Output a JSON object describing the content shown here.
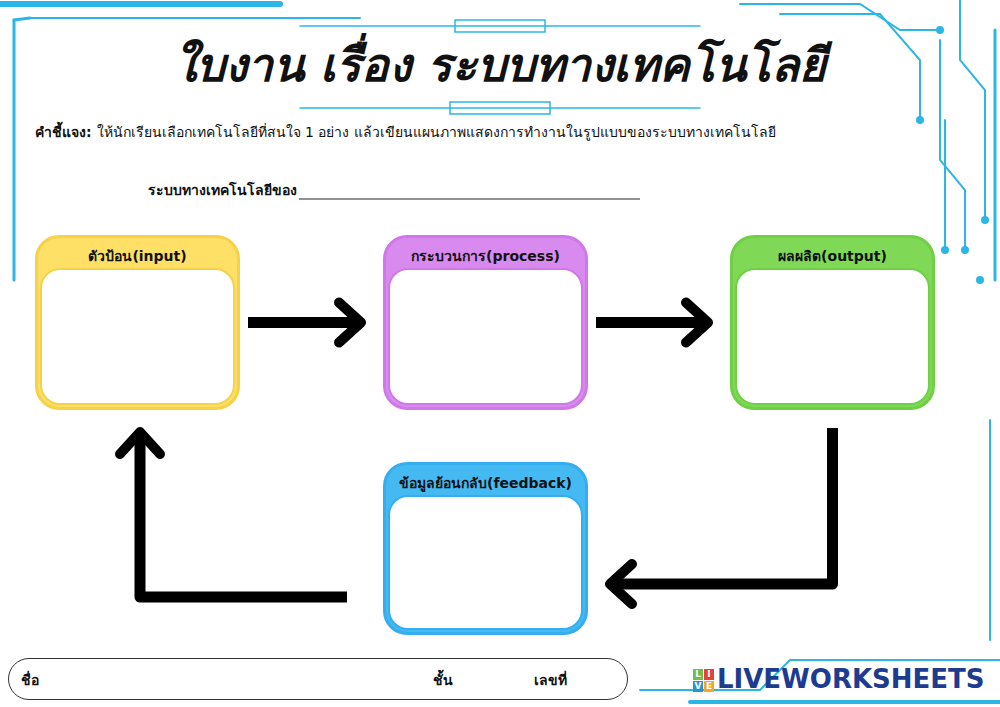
{
  "diagram": {
    "title": "ใบงาน เรื่อง ระบบทางเทคโนโลยี",
    "nodes": [
      {
        "text": [
          "ตัวป้อน(input)"
        ]
      },
      {
        "text": [
          "กระบวนการ(process)"
        ]
      },
      {
        "text": [
          "ผลผลิต(output)"
        ]
      },
      {
        "text": [
          "ข้อมูลย้อนกลับ(feedback)"
        ]
      },
      {
        "text": [
          "ชื่อ",
          "ชั้น",
          "เลขที่"
        ]
      }
    ],
    "edges": [
      {
        "from": 0,
        "to": 1,
        "arrow": "to"
      },
      {
        "from": 1,
        "to": 2,
        "arrow": "to"
      },
      {
        "from": 2,
        "to": 3,
        "arrow": "to"
      },
      {
        "from": 3,
        "to": 0,
        "arrow": "to"
      }
    ],
    "labels": [
      "คำชี้แจง:",
      "ให้นักเรียนเลือกเทคโนโลยีที่สนใจ 1 อย่าง แล้วเขียนแผนภาพแสดงการทำงานในรูปแบบของระบบทางเทคโนโลยี",
      "ระบบทางเทคโนโลยีของ",
      "L",
      "I",
      "V",
      "E",
      "LIVEWORKSHEETS"
    ]
  }
}
